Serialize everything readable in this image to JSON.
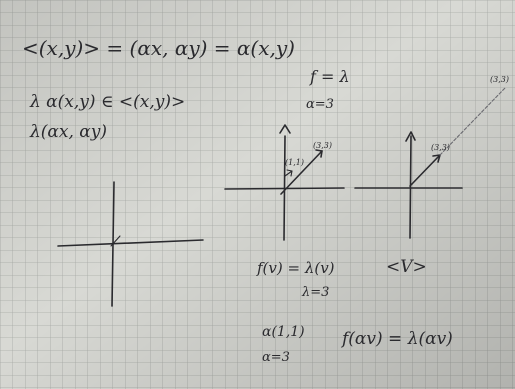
{
  "photo": {
    "paper_color": "#d8d9d4",
    "grid_color": "#a7aaa6",
    "ink_color": "#2a2a2e"
  },
  "notes": {
    "line1": "<(x,y)> = (αx, αy) = α(x,y)",
    "line2": "λ α(x,y) ∈ <(x,y)>",
    "line3": "λ(αx, αy)",
    "f_def": "f = λ",
    "alpha_val": "α=3",
    "point_11": "(1,1)",
    "point_33": "(3,3)",
    "point_33_b": "(3,3)",
    "point_33_far": "(3,3)",
    "fv": "f(v) = λ(v)",
    "lambda_val": "λ=3",
    "span_v": "<V>",
    "alpha_11": "α(1,1)",
    "alpha_3": "α=3",
    "f_alpha_v": "f(αv) = λ(αv)"
  }
}
